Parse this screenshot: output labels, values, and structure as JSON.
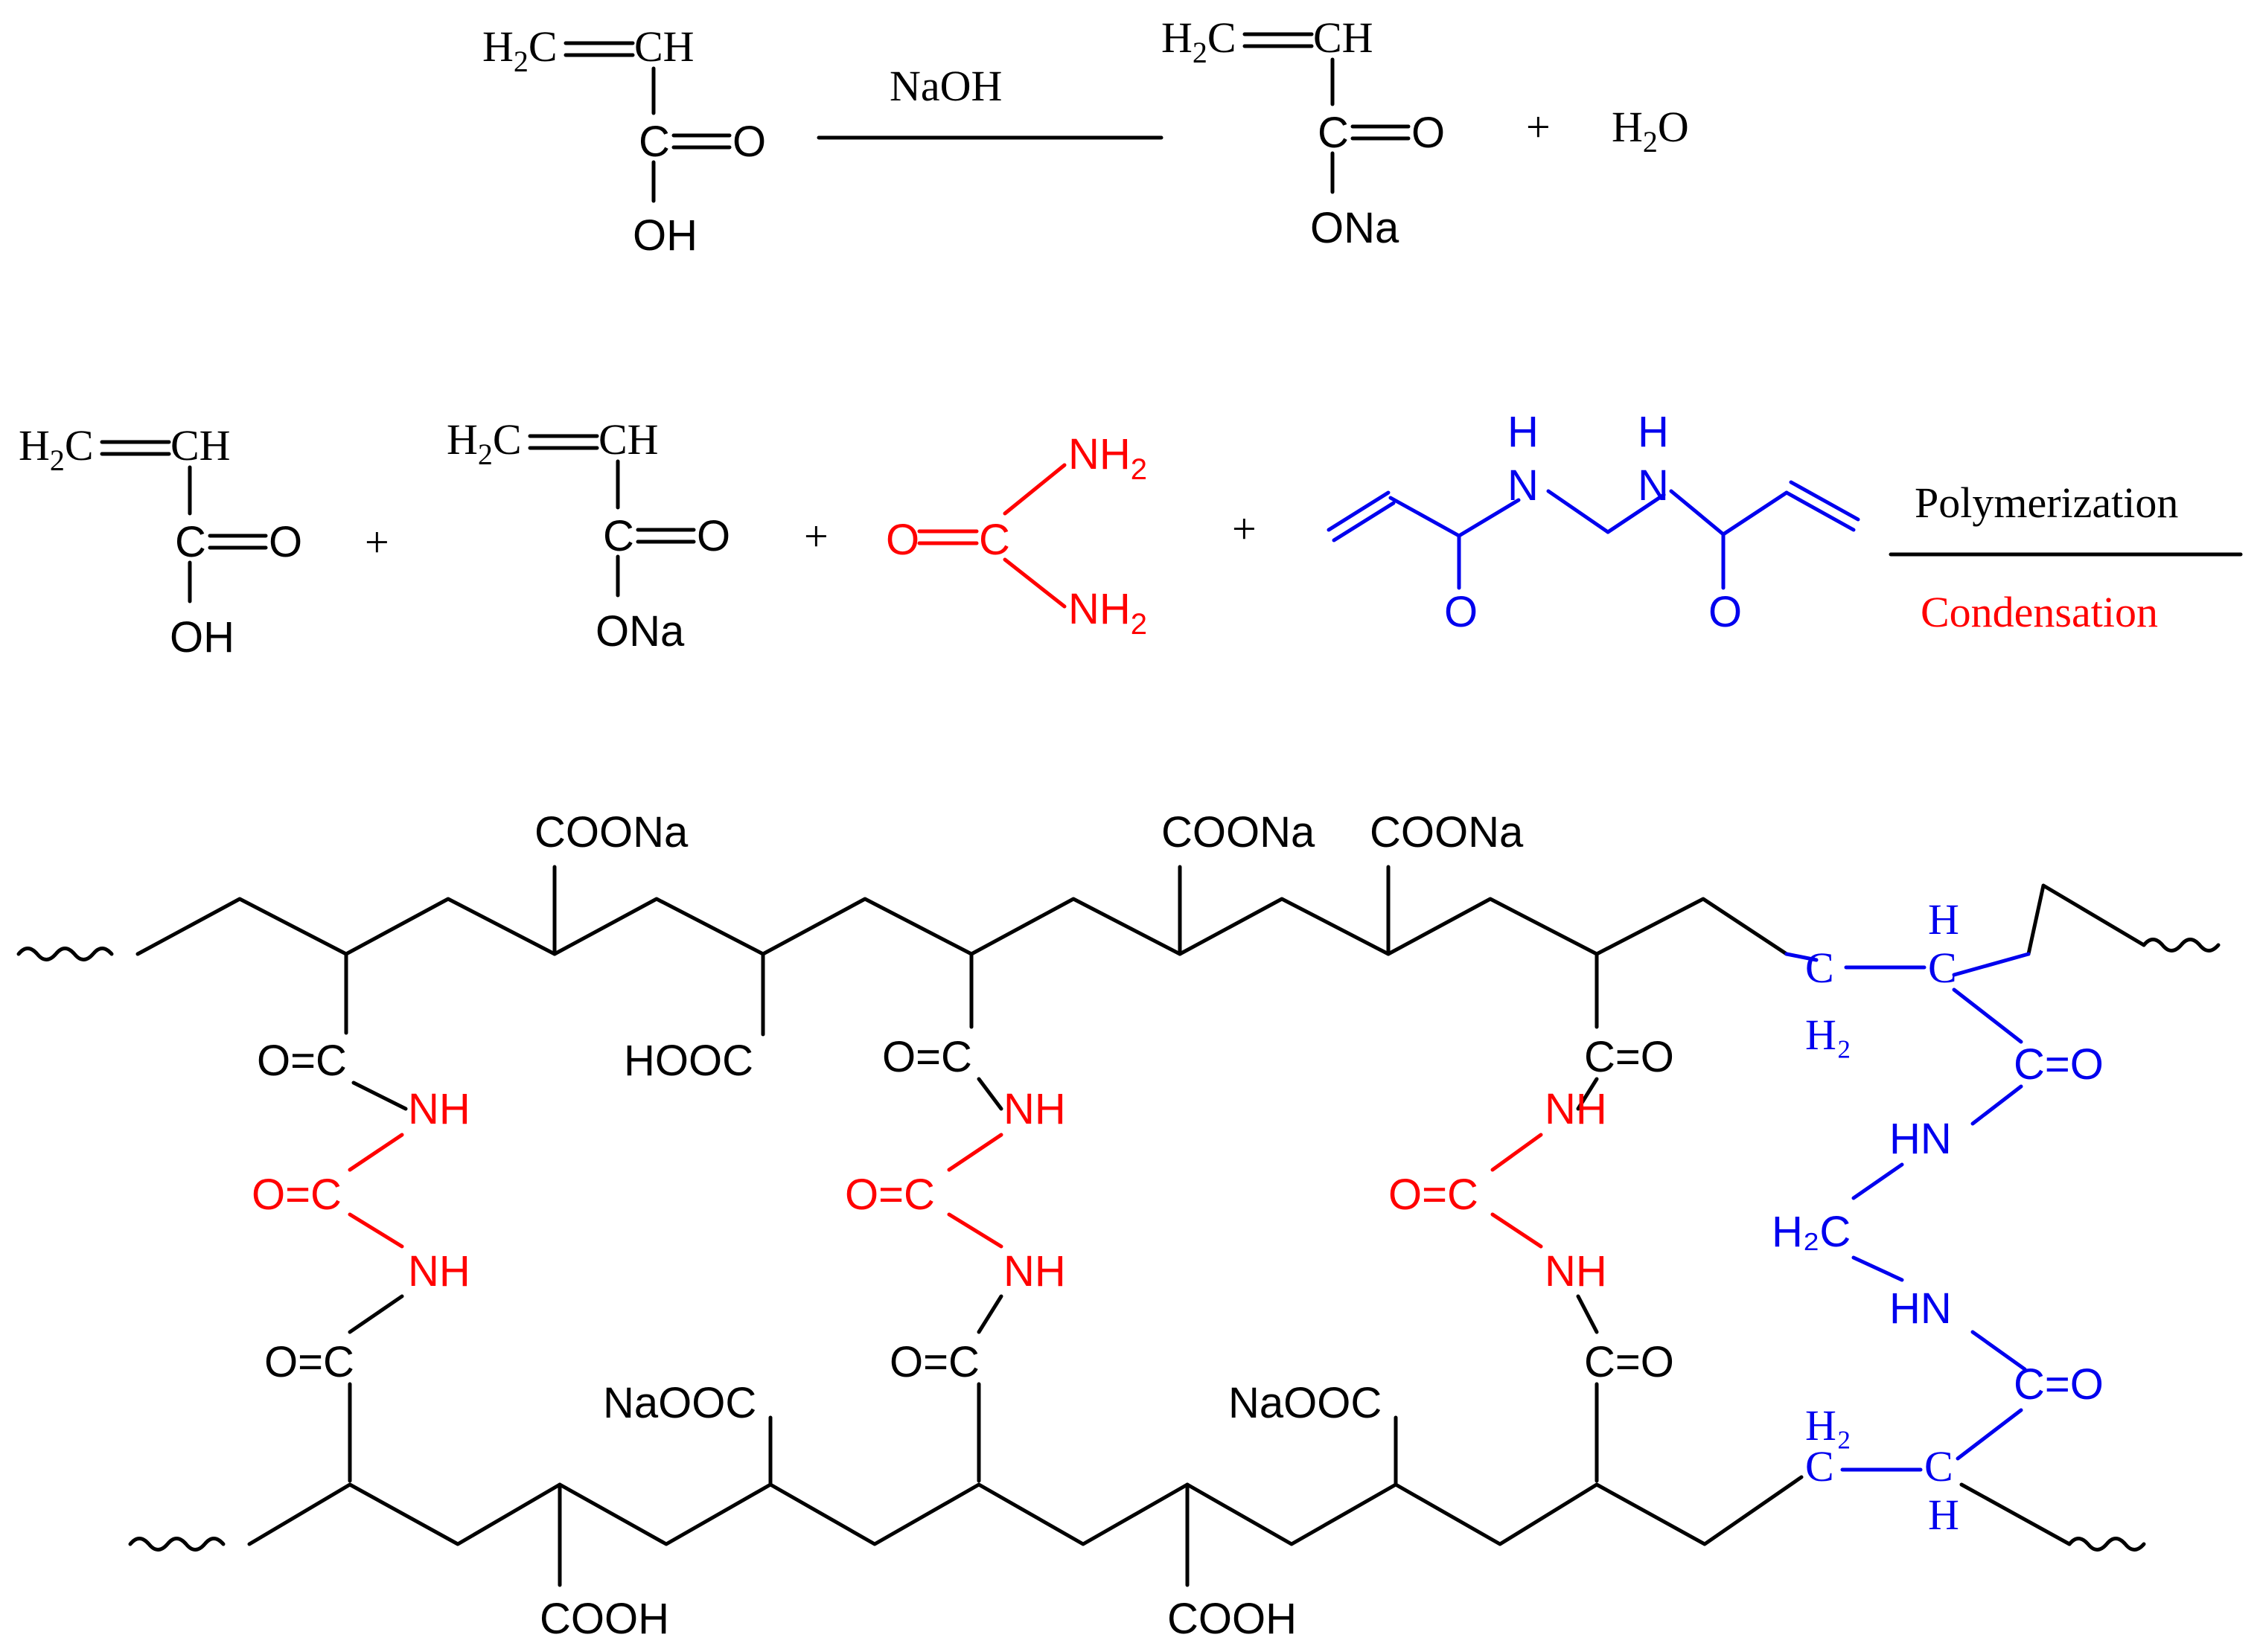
{
  "colors": {
    "black": "#000000",
    "red": "#ff0000",
    "blue": "#0000ee"
  },
  "step1": {
    "acrylic_acid": {
      "ch2": "H",
      "ch2_sub": "2",
      "ch2_c": "C",
      "ch": "CH",
      "co": "C",
      "o": "O",
      "oh": "OH"
    },
    "reagent": "NaOH",
    "sodium_acrylate": {
      "ch2": "H",
      "ch2_sub": "2",
      "ch2_c": "C",
      "ch": "CH",
      "co": "C",
      "o": "O",
      "ona": "ONa"
    },
    "plus": "+",
    "water": {
      "h": "H",
      "sub": "2",
      "o": "O"
    }
  },
  "step2": {
    "acrylic_acid": {
      "ch2": "H",
      "ch2_sub": "2",
      "ch2_c": "C",
      "ch": "CH",
      "co": "C",
      "o": "O",
      "oh": "OH"
    },
    "sodium_acrylate": {
      "ch2": "H",
      "ch2_sub": "2",
      "ch2_c": "C",
      "ch": "CH",
      "co": "C",
      "o": "O",
      "ona": "ONa"
    },
    "urea": {
      "o": "O",
      "c": "C",
      "nh": "NH",
      "sub": "2"
    },
    "mba": {
      "h": "H",
      "n": "N",
      "o": "O"
    },
    "plus": "+",
    "arrow_top": "Polymerization",
    "arrow_bottom": "Condensation"
  },
  "network": {
    "coona": "COONa",
    "naooc": "NaOOC",
    "cooh": "COOH",
    "hooc": "HOOC",
    "o_eq_c": "O=C",
    "c_eq_o": "C=O",
    "nh": "NH",
    "hn": "HN",
    "h2c": "H₂C",
    "c": "C",
    "h": "H",
    "h2": "H₂"
  }
}
